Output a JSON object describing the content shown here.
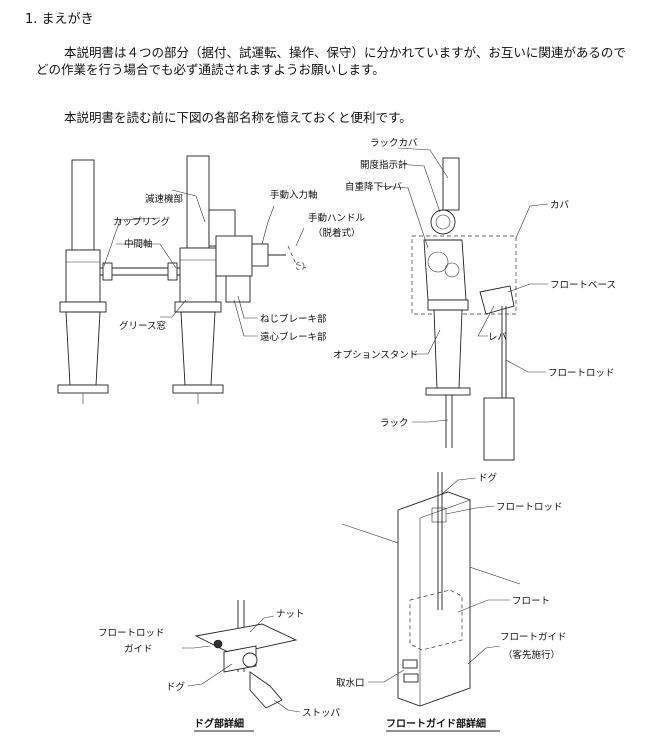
{
  "heading": "1. まえがき",
  "paragraphs": [
    "本説明書は４つの部分（据付、試運転、操作、保守）に分かれていますが、お互いに関連があるのでどの作業を行う場合でも必ず通読されますようお願いします。",
    "本説明書を読む前に下図の各部名称を憶えておくと便利です。"
  ],
  "labels_left": {
    "gearbox": "減速機部",
    "coupling": "カップリング",
    "intermediate_shaft": "中間軸",
    "grease_window": "グリース窓",
    "manual_input_shaft": "手動入力軸",
    "manual_handle": "手動ハンドル",
    "manual_handle_note": "（脱着式）",
    "screw_brake": "ねじブレーキ部",
    "centrifugal_brake": "遠心ブレーキ部"
  },
  "labels_right": {
    "rack_cover": "ラックカバ",
    "opening_indicator": "開度指示計",
    "self_weight_lowering_lever": "自重降下レバ",
    "cover": "カバ",
    "float_base": "フロートベース",
    "lever": "レバ",
    "option_stand": "オプションスタンド",
    "float_rod": "フロートロッド",
    "rack": "ラック"
  },
  "labels_float_guide": {
    "dog": "ドグ",
    "float_rod": "フロートロッド",
    "float": "フロート",
    "float_guide": "フロートガイド",
    "float_guide_note": "（客先施行）",
    "water_intake": "取水口",
    "caption": "フロートガイド部詳細"
  },
  "labels_dog_detail": {
    "nut": "ナット",
    "float_rod_guide_1": "フロートロッド",
    "float_rod_guide_2": "ガイド",
    "dog": "ドグ",
    "stopper": "ストッパ",
    "caption": "ドグ部詳細"
  }
}
